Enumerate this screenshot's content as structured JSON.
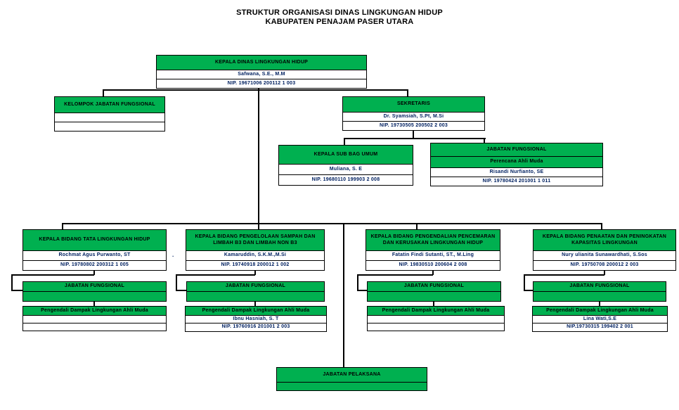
{
  "title": {
    "line1": "STRUKTUR ORGANISASI DINAS LINGKUNGAN HIDUP",
    "line2": "KABUPATEN PENAJAM PASER UTARA"
  },
  "colors": {
    "box_green": "#00B050",
    "border": "#000000",
    "header_text": "#000000",
    "name_text": "#002060"
  },
  "labels": {
    "jabatan_fungsional": "JABATAN FUNGSIONAL",
    "pengendali": "Pengendali Dampak Lingkungan Ahli Muda"
  },
  "org": {
    "kepala_dinas": {
      "title": "KEPALA DINAS LINGKUNGAN HIDUP",
      "name": "Safwana, S.E., M.M",
      "nip": "NIP. 19671006 200112 1 003"
    },
    "kelompok_jf": {
      "title": "KELOMPOK JABATAN FUNGSIONAL"
    },
    "sekretaris": {
      "title": "SEKRETARIS",
      "name": "Dr. Syamsiah, S.Pt, M.Si",
      "nip": "NIP. 19730505 200502 2 003"
    },
    "subbag_umum": {
      "title": "KEPALA SUB BAG UMUM",
      "name": "Muliana, S. E",
      "nip": "NIP. 19680110 199903 2 008"
    },
    "jf_sekretariat": {
      "subtitle": "Perencana Ahli Muda",
      "name": "Risandi Nurfianto, SE",
      "nip": "NIP. 19780424 201001 1 011"
    },
    "bidang": [
      {
        "title": "KEPALA BIDANG TATA LINGKUNGAN HIDUP",
        "name": "Rochmat Agus Purwanto, ST",
        "nip": "NIP. 19780802 200312 1 005"
      },
      {
        "title": "KEPALA BIDANG PENGELOLAAN SAMPAH DAN LIMBAH B3 DAN LIMBAH NON B3",
        "name": "Kamaruddin, S.K.M.,M.Si",
        "nip": "NIP. 19740918 200012 1 002"
      },
      {
        "title": "KEPALA BIDANG PENGENDALIAN PENCEMARAN DAN KERUSAKAN LINGKUNGAN HIDUP",
        "name": "Fatatin Findi Sutanti, ST., M.Ling",
        "nip": "NIP. 19830510 200604 2 008"
      },
      {
        "title": "KEPALA BIDANG PENAATAN DAN PENINGKATAN KAPASITAS LINGKUNGAN",
        "name": "Nury ulianita Sunawardhati, S.Sos",
        "nip": "NIP. 19750708 200012 2 003"
      }
    ],
    "pengendali": [
      {
        "name": "",
        "nip": ""
      },
      {
        "name": "Ibnu Hasniah, S. T",
        "nip": "NIP. 19760916 201001 2 003"
      },
      {
        "name": "",
        "nip": ""
      },
      {
        "name": "Lina Wati,S.E",
        "nip": "NIP.19730315 199402 2 001"
      }
    ],
    "pelaksana": {
      "title": "JABATAN PELAKSANA"
    }
  },
  "stray_dot": "."
}
